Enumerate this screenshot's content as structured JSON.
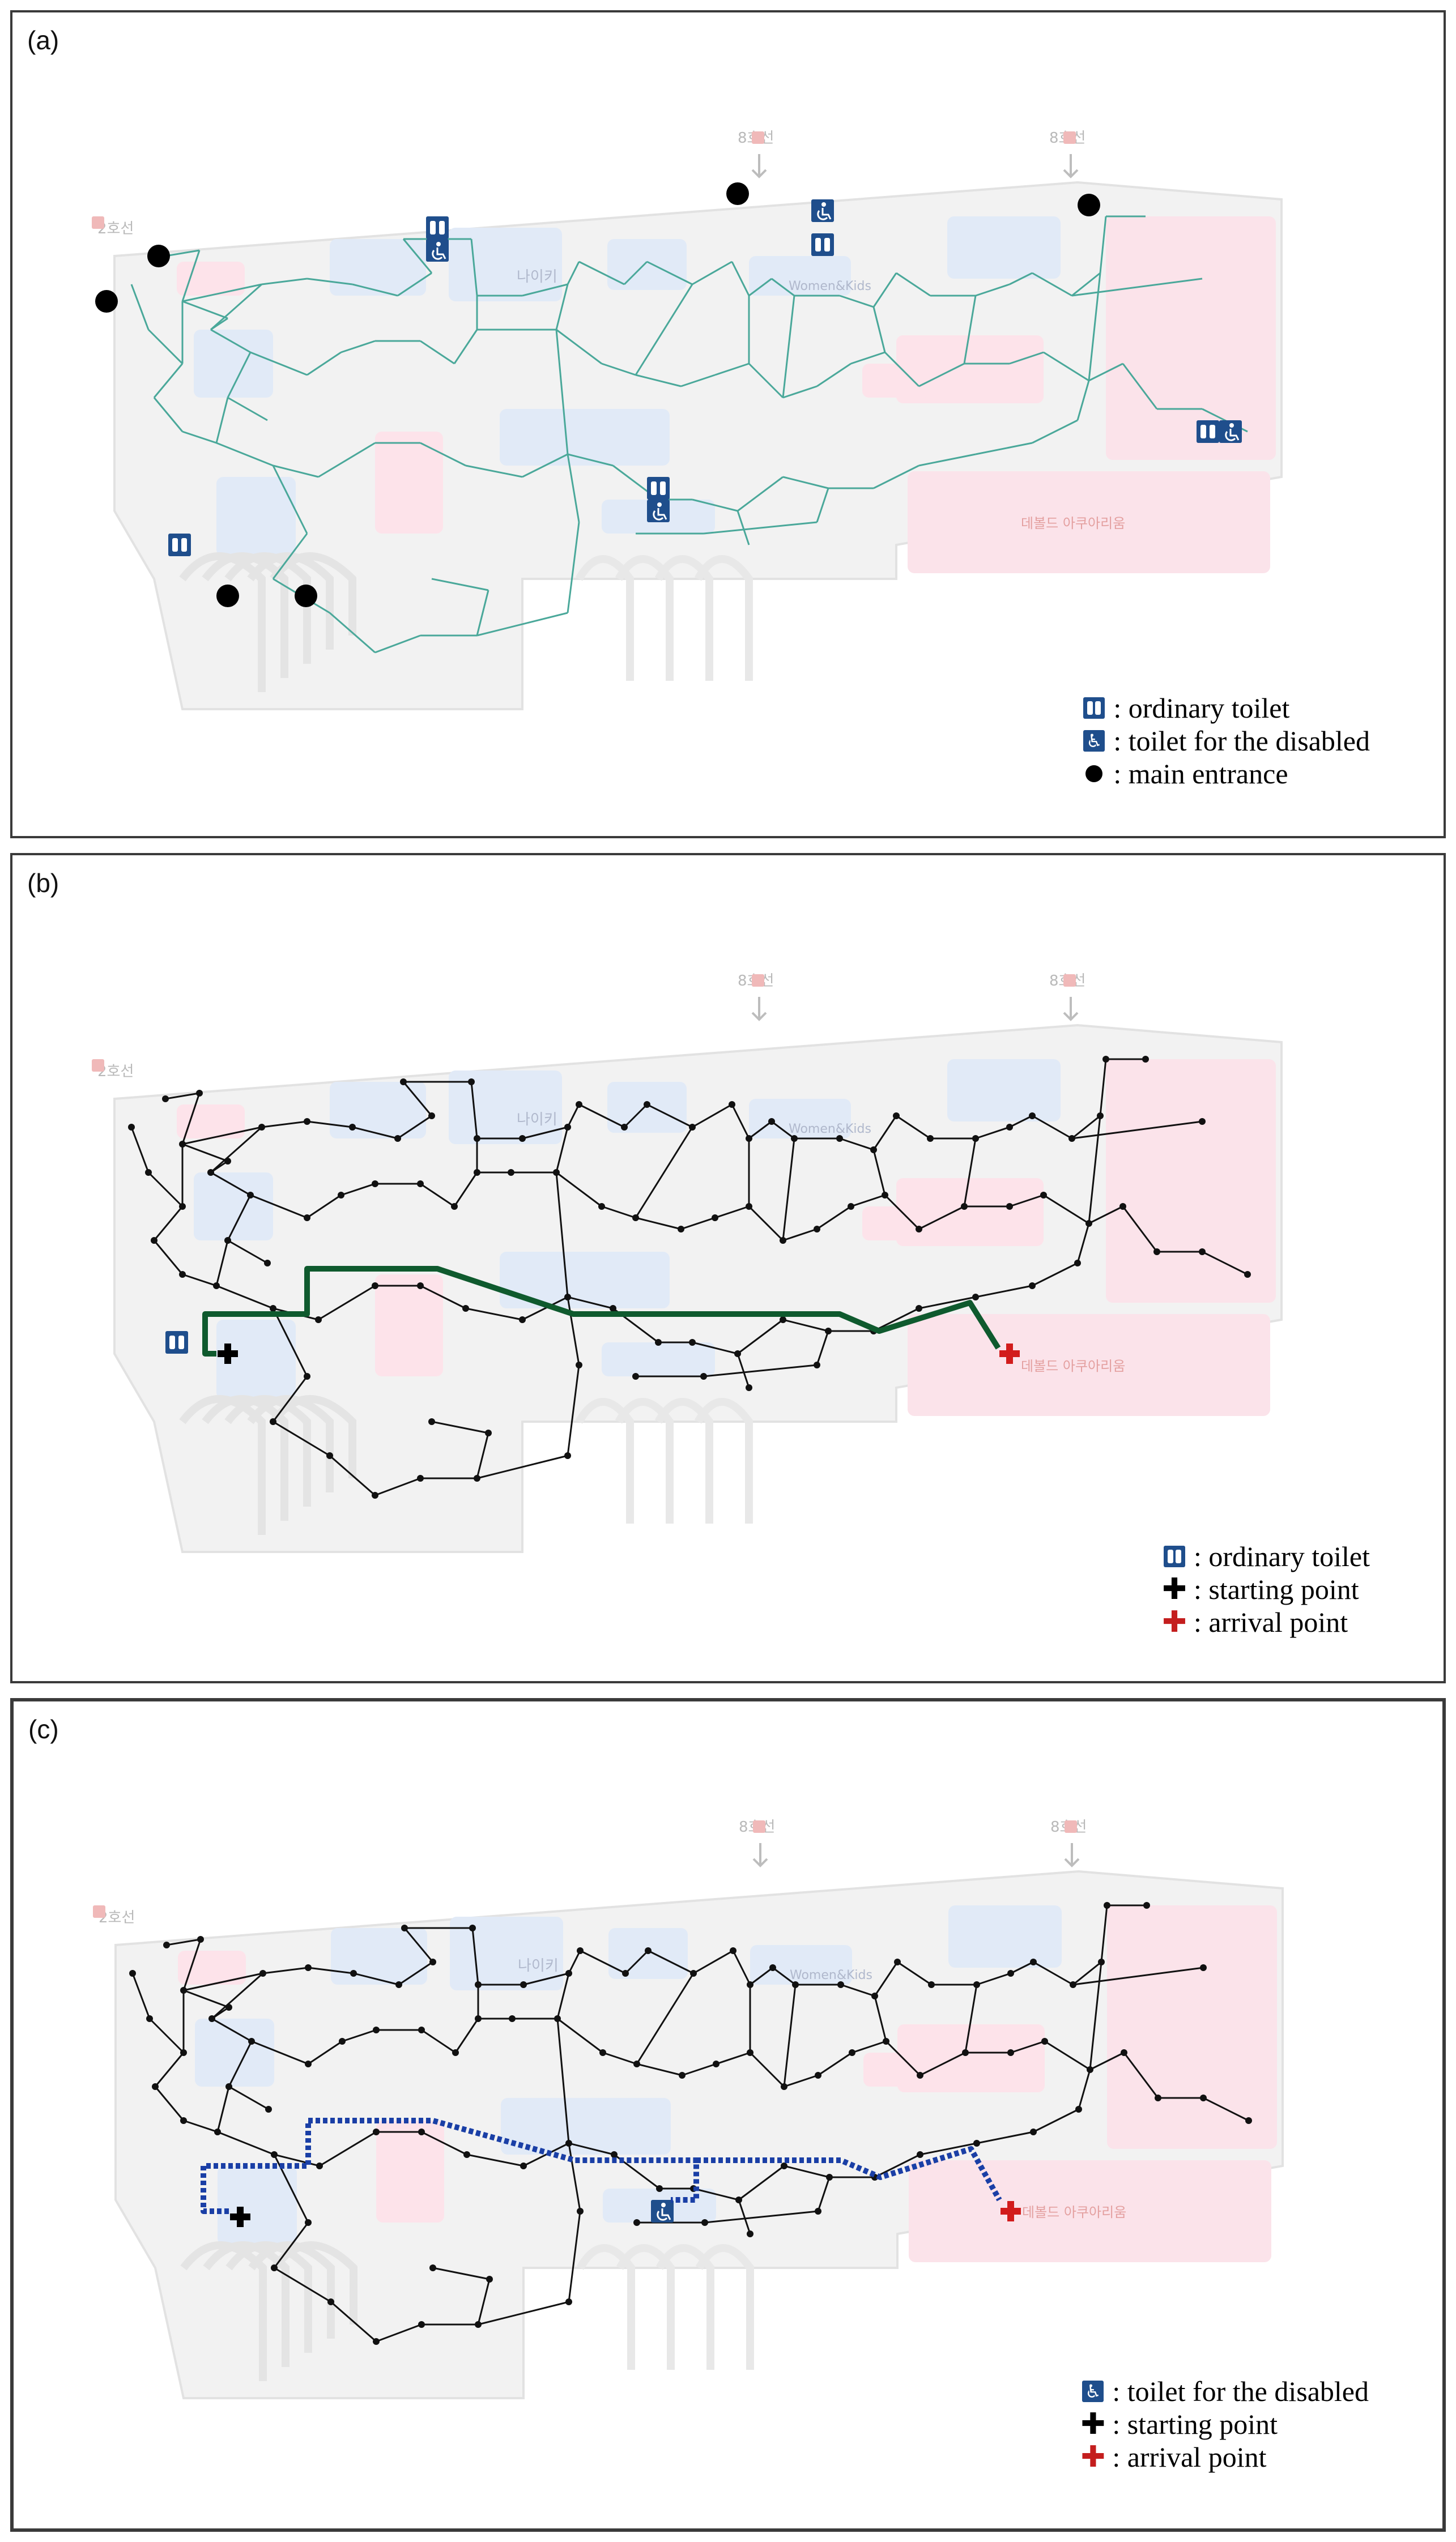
{
  "panels": [
    {
      "label": "(a)",
      "legend": [
        {
          "icon": "toilet-icon",
          "text": ": ordinary toilet"
        },
        {
          "icon": "disabled-toilet-icon",
          "text": ": toilet for the disabled"
        },
        {
          "icon": "entrance-dot-icon",
          "text": ": main entrance"
        }
      ]
    },
    {
      "label": "(b)",
      "legend": [
        {
          "icon": "toilet-icon",
          "text": ": ordinary toilet"
        },
        {
          "icon": "start-cross-icon",
          "text": ": starting point"
        },
        {
          "icon": "arrival-cross-icon",
          "text": ": arrival point"
        }
      ]
    },
    {
      "label": "(c)",
      "legend": [
        {
          "icon": "disabled-toilet-icon",
          "text": ": toilet for the disabled"
        },
        {
          "icon": "start-cross-icon",
          "text": ": starting point"
        },
        {
          "icon": "arrival-cross-icon",
          "text": ": arrival point"
        }
      ]
    }
  ],
  "map_labels": {
    "line2": "2호선",
    "line8a": "8호선",
    "line8b": "8호선",
    "store_nike": "나이키",
    "store_women_kids": "Women&Kids",
    "store_destination": "데볼드 아쿠아리움"
  },
  "colors": {
    "network_a": "#4aa89a",
    "network_bc": "#111111",
    "route_b": "#0f5a2e",
    "route_c": "#1a3fa6",
    "start": "#000000",
    "arrival": "#d21c1c",
    "toilet_icon": "#1f4e8c"
  }
}
